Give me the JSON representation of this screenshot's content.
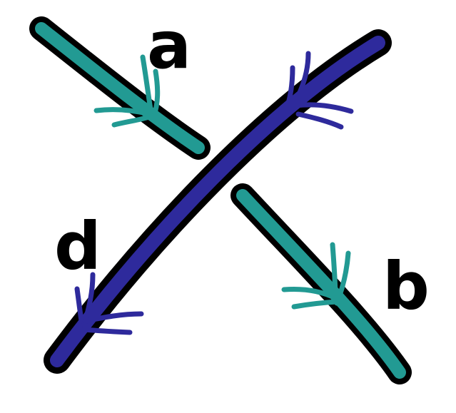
{
  "labels": {
    "a": "a",
    "b": "b",
    "d": "d"
  },
  "colors": {
    "over_strand": "#2e2a9c",
    "under_strand": "#229a93",
    "outline": "#000000",
    "background": "#ffffff"
  }
}
